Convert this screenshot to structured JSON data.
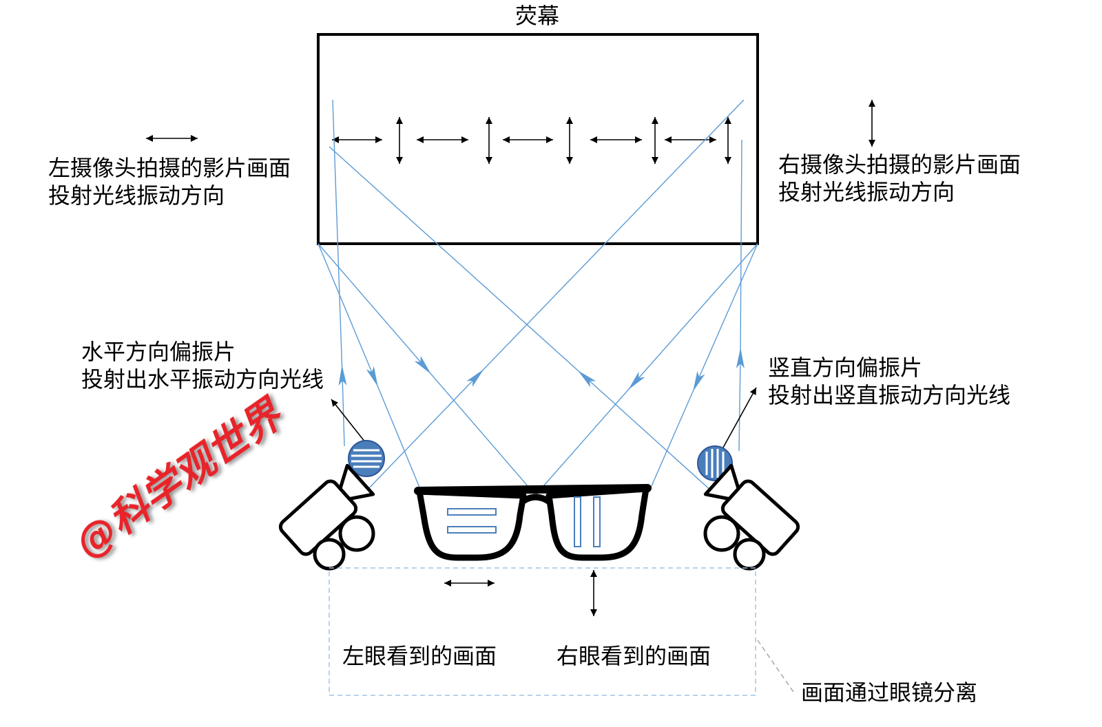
{
  "screen": {
    "label": "荧幕"
  },
  "left_projector": {
    "caption": [
      "左摄像头拍摄的影片画面",
      "投射光线振动方向"
    ]
  },
  "right_projector": {
    "caption": [
      "右摄像头拍摄的影片画面",
      "投射光线振动方向"
    ]
  },
  "left_polarizer": {
    "caption": [
      "水平方向偏振片",
      "投射出水平振动方向光线"
    ]
  },
  "right_polarizer": {
    "caption": [
      "竖直方向偏振片",
      "投射出竖直振动方向光线"
    ]
  },
  "eyes": {
    "left_label": "左眼看到的画面",
    "right_label": "右眼看到的画面"
  },
  "separation_label": "画面通过眼镜分离",
  "watermark": "@科学观世界",
  "colors": {
    "ray": "#5b9bd5",
    "polarizer": "#4a7ebb",
    "polarizer_stroke": "#2f5597",
    "ink": "#000000",
    "dashed_box": "#9dc3e6",
    "leader": "#a6a6a6",
    "watermark": "#e8242a"
  }
}
